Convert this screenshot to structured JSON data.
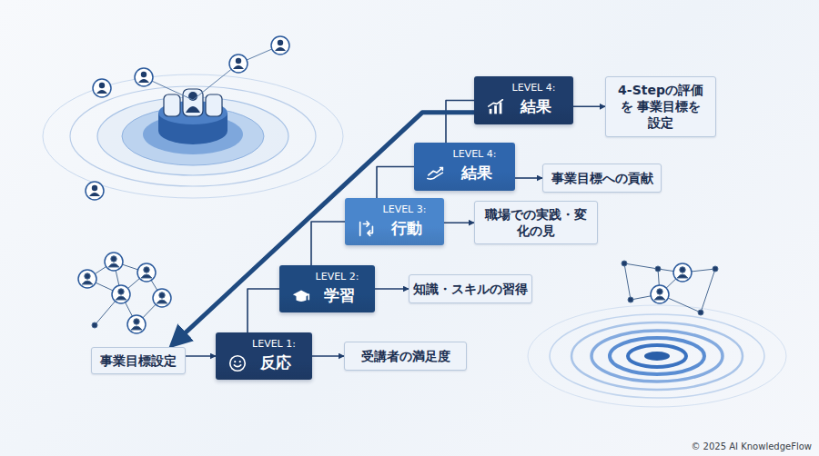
{
  "diagram": {
    "nodes": [
      {
        "text": [
          "事業目標設定"
        ]
      },
      {
        "text": [
          "LEVEL 1:",
          "反応"
        ]
      },
      {
        "text": [
          "受講者の満足度"
        ]
      },
      {
        "text": [
          "LEVEL 2:",
          "学習"
        ]
      },
      {
        "text": [
          "知識・スキルの習得"
        ]
      },
      {
        "text": [
          "LEVEL 3:",
          "行動"
        ]
      },
      {
        "text": [
          "職場での実践・変化の見"
        ]
      },
      {
        "text": [
          "LEVEL 4:",
          "結果"
        ]
      },
      {
        "text": [
          "事業目標への貢献"
        ]
      },
      {
        "text": [
          "LEVEL 4:",
          "結果"
        ]
      },
      {
        "text": [
          "4-Stepの評価を 事業目標を設定"
        ]
      }
    ],
    "edges": [
      {
        "from": 0,
        "to": 1,
        "arrow": "to"
      },
      {
        "from": 1,
        "to": 2,
        "arrow": "to"
      },
      {
        "from": 1,
        "to": 3,
        "arrow": "none"
      },
      {
        "from": 3,
        "to": 4,
        "arrow": "to"
      },
      {
        "from": 3,
        "to": 5,
        "arrow": "none"
      },
      {
        "from": 5,
        "to": 6,
        "arrow": "to"
      },
      {
        "from": 5,
        "to": 7,
        "arrow": "none"
      },
      {
        "from": 7,
        "to": 8,
        "arrow": "to"
      },
      {
        "from": 7,
        "to": 9,
        "arrow": "none"
      },
      {
        "from": 9,
        "to": 10,
        "arrow": "to"
      },
      {
        "from": 9,
        "to": 0,
        "arrow": "to"
      }
    ],
    "labels": [
      "© 2025 AI KnowledgeFlow"
    ]
  }
}
